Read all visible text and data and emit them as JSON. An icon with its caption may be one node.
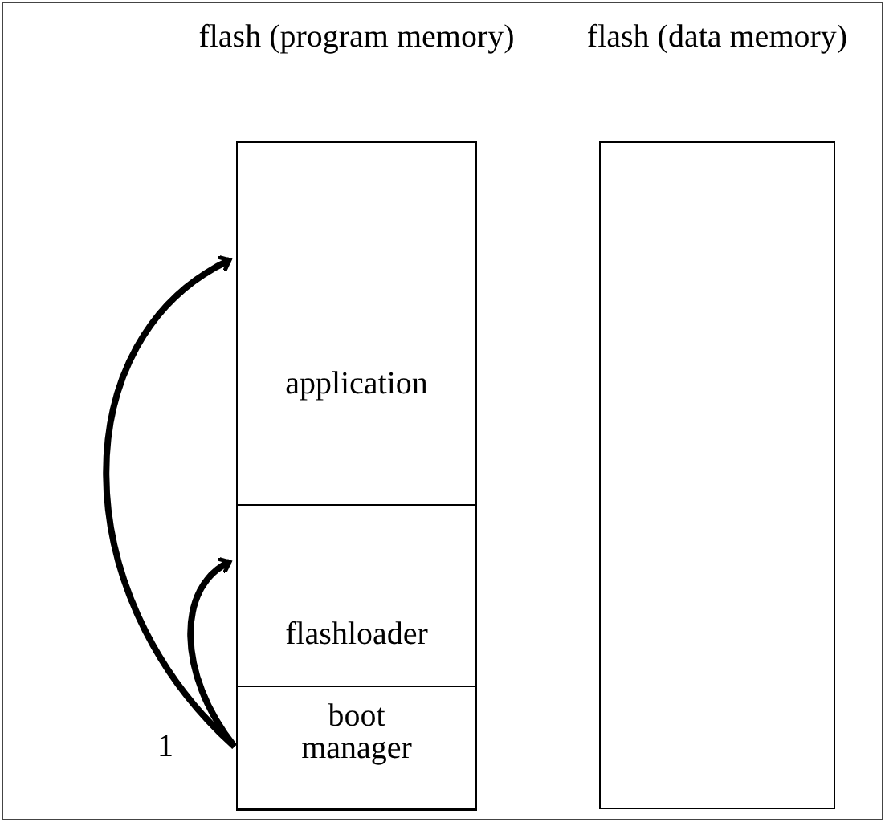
{
  "diagram": {
    "nodes": [
      {
        "text": [
          "flash (program memory)"
        ]
      },
      {
        "text": [
          "application"
        ],
        "in": 0
      },
      {
        "text": [
          "flashloader"
        ],
        "in": 0
      },
      {
        "text": [
          "boot manager"
        ],
        "in": 0
      },
      {
        "text": [
          "flash (data memory)"
        ]
      }
    ],
    "edges": [
      {
        "from": 3,
        "to": 1,
        "arrow": "to"
      },
      {
        "from": 3,
        "to": 2,
        "arrow": "to"
      }
    ],
    "labels": [
      "1"
    ]
  }
}
